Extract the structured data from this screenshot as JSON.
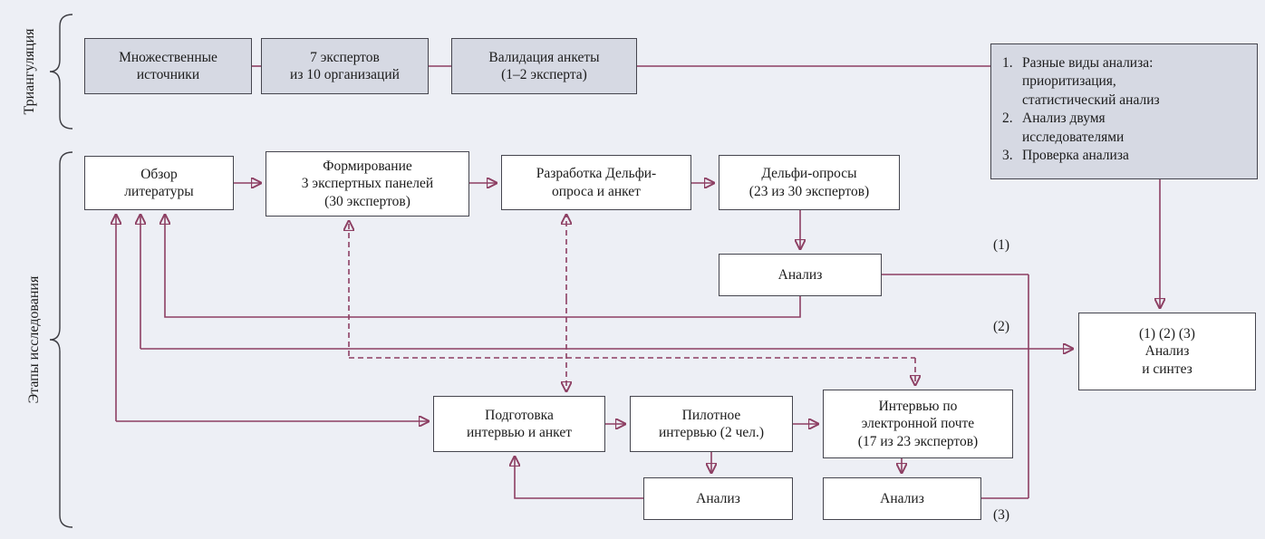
{
  "colors": {
    "line": "#8d3f63",
    "background": "#edeff5",
    "gray_box": "#d6d9e3",
    "border": "#45454e"
  },
  "brackets": {
    "triangulation": "Триангуляция",
    "stages": "Этапы исследования"
  },
  "triangulation_row": {
    "sources": "Множественные\nисточники",
    "experts": "7 экспертов\nиз 10 организаций",
    "validation": "Валидация анкеты\n(1–2 эксперта)",
    "analysis_list": {
      "items": [
        {
          "num": "1.",
          "text": "Разные виды анализа:\nприоритизация,\nстатистический анализ"
        },
        {
          "num": "2.",
          "text": "Анализ двумя\nисследователями"
        },
        {
          "num": "3.",
          "text": "Проверка анализа"
        }
      ]
    }
  },
  "stages_row": {
    "literature": "Обзор\nлитературы",
    "panels": "Формирование\n3 экспертных панелей\n(30 экспертов)",
    "delphi_dev": "Разработка Дельфи-\nопроса и анкет",
    "delphi_surveys": "Дельфи-опросы\n(23 из 30 экспертов)",
    "analysis1": "Анализ",
    "interview_prep": "Подготовка\nинтервью и анкет",
    "pilot": "Пилотное\nинтервью (2 чел.)",
    "email_interviews": "Интервью по\nэлектронной почте\n(17 из 23 экспертов)",
    "analysis2": "Анализ",
    "analysis3": "Анализ",
    "synthesis": "(1) (2) (3)\nАнализ\nи синтез"
  },
  "path_labels": {
    "l1": "(1)",
    "l2": "(2)",
    "l3": "(3)"
  }
}
